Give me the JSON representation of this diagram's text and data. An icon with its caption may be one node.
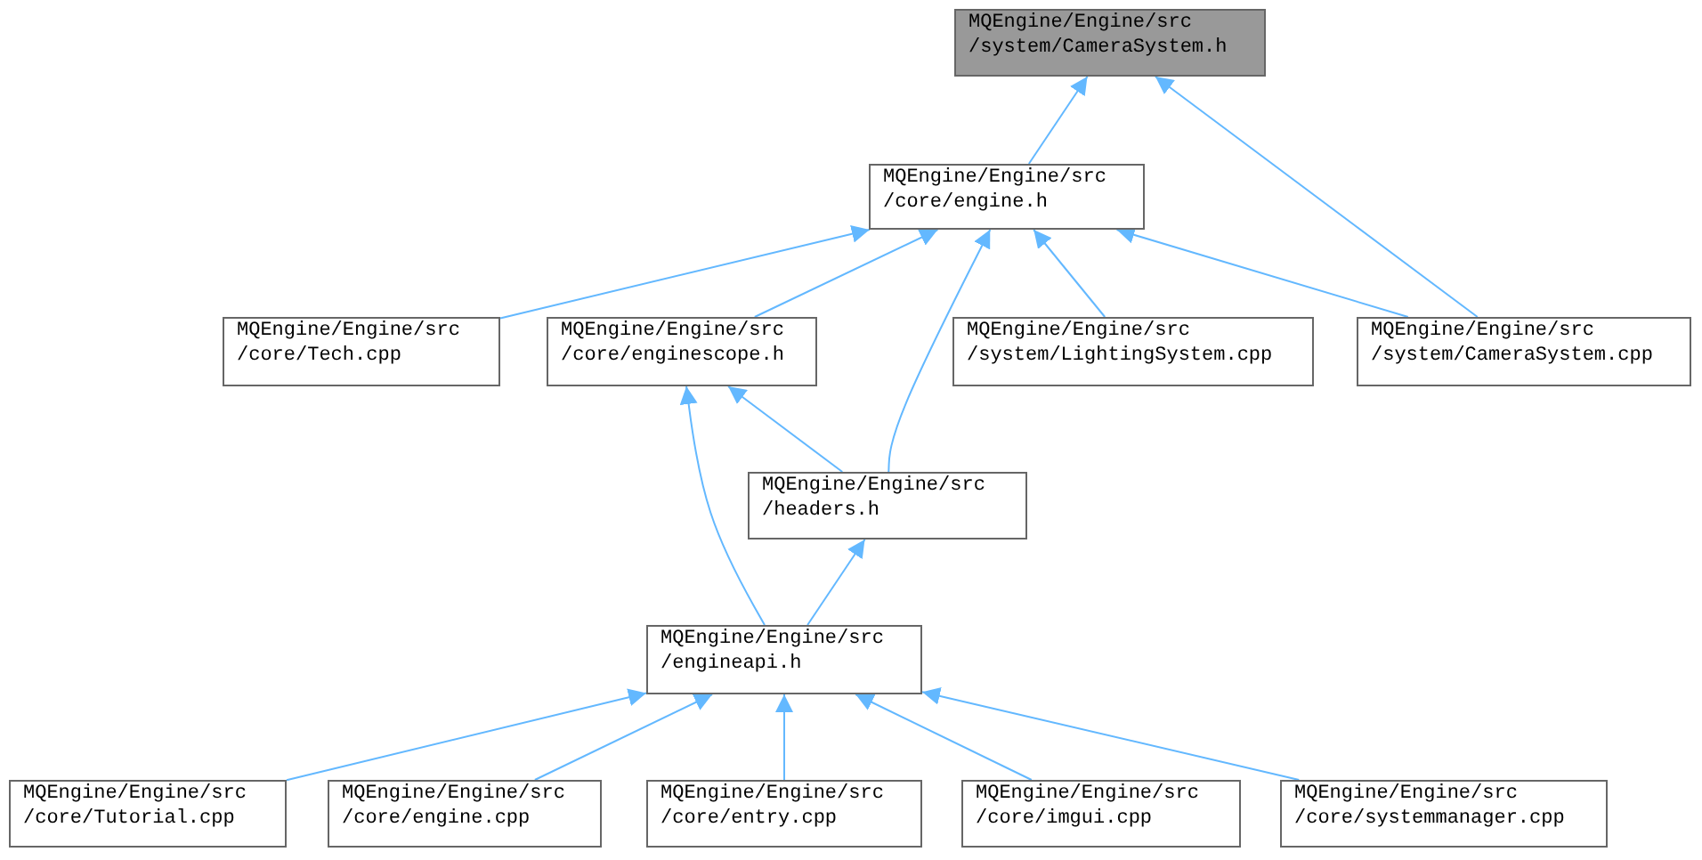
{
  "diagram": {
    "nodes": [
      {
        "text": [
          "MQEngine/Engine/src /system/CameraSystem.h"
        ]
      },
      {
        "text": [
          "MQEngine/Engine/src /core/engine.h"
        ]
      },
      {
        "text": [
          "MQEngine/Engine/src /core/Tech.cpp"
        ]
      },
      {
        "text": [
          "MQEngine/Engine/src /core/enginescope.h"
        ]
      },
      {
        "text": [
          "MQEngine/Engine/src /system/LightingSystem.cpp"
        ]
      },
      {
        "text": [
          "MQEngine/Engine/src /system/CameraSystem.cpp"
        ]
      },
      {
        "text": [
          "MQEngine/Engine/src /headers.h"
        ]
      },
      {
        "text": [
          "MQEngine/Engine/src /engineapi.h"
        ]
      },
      {
        "text": [
          "MQEngine/Engine/src /core/Tutorial.cpp"
        ]
      },
      {
        "text": [
          "MQEngine/Engine/src /core/engine.cpp"
        ]
      },
      {
        "text": [
          "MQEngine/Engine/src /core/entry.cpp"
        ]
      },
      {
        "text": [
          "MQEngine/Engine/src /core/imgui.cpp"
        ]
      },
      {
        "text": [
          "MQEngine/Engine/src /core/systemmanager.cpp"
        ]
      }
    ],
    "edges": [
      {
        "from": 1,
        "to": 0,
        "arrow": "to"
      },
      {
        "from": 5,
        "to": 0,
        "arrow": "to"
      },
      {
        "from": 2,
        "to": 1,
        "arrow": "to"
      },
      {
        "from": 3,
        "to": 1,
        "arrow": "to"
      },
      {
        "from": 6,
        "to": 1,
        "arrow": "to"
      },
      {
        "from": 4,
        "to": 1,
        "arrow": "to"
      },
      {
        "from": 5,
        "to": 1,
        "arrow": "to"
      },
      {
        "from": 7,
        "to": 3,
        "arrow": "to"
      },
      {
        "from": 6,
        "to": 3,
        "arrow": "to"
      },
      {
        "from": 7,
        "to": 6,
        "arrow": "to"
      },
      {
        "from": 8,
        "to": 7,
        "arrow": "to"
      },
      {
        "from": 9,
        "to": 7,
        "arrow": "to"
      },
      {
        "from": 10,
        "to": 7,
        "arrow": "to"
      },
      {
        "from": 11,
        "to": 7,
        "arrow": "to"
      },
      {
        "from": 12,
        "to": 7,
        "arrow": "to"
      }
    ]
  }
}
